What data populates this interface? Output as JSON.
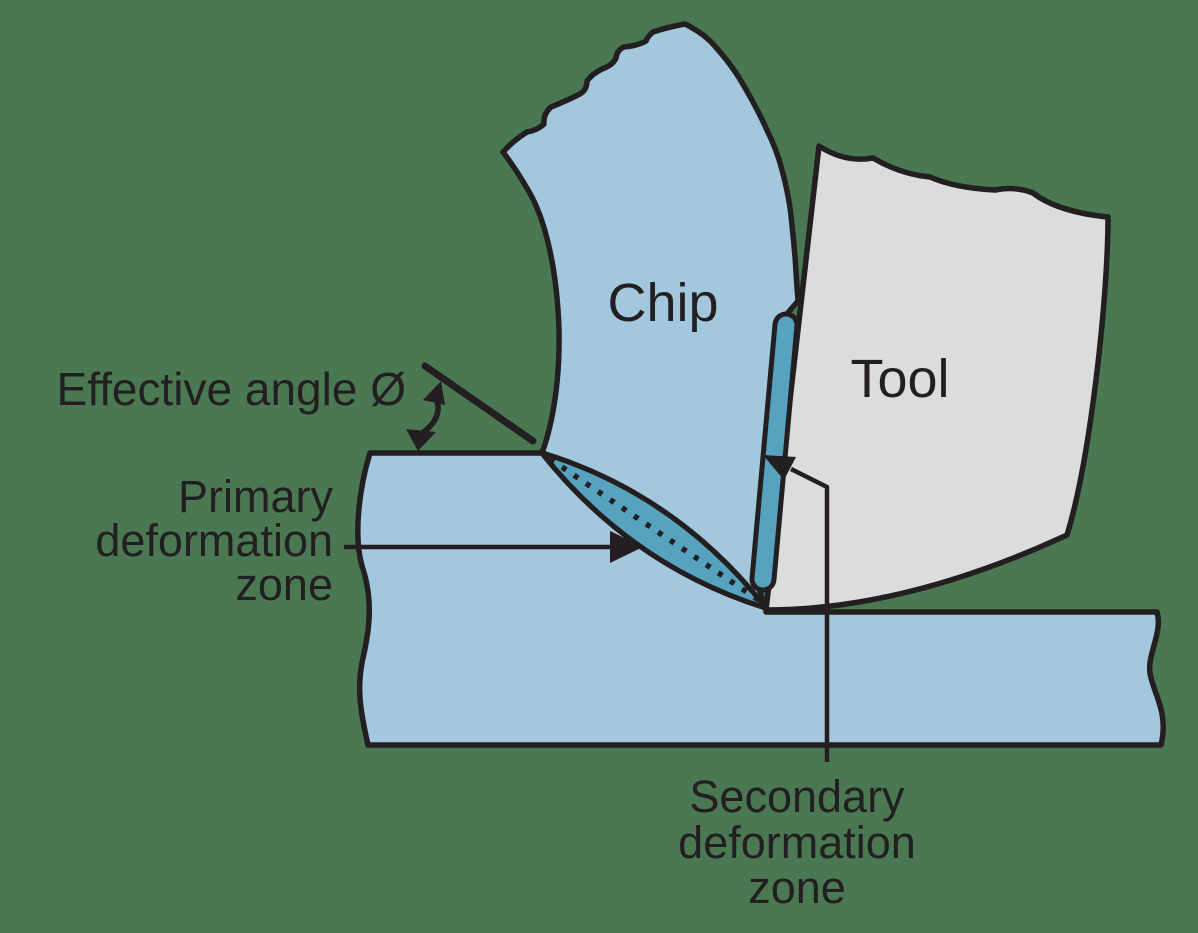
{
  "labels": {
    "chip": "Chip",
    "tool": "Tool",
    "effective_angle": "Effective angle Ø",
    "primary": [
      "Primary",
      "deformation",
      "zone"
    ],
    "secondary": [
      "Secondary",
      "deformation",
      "zone"
    ]
  },
  "colors": {
    "background": "#4a7853",
    "material": "#a3c8dd",
    "tool": "#dcdcdb",
    "deformation_zone": "#57a3bf",
    "outline": "#231f20",
    "text": "#231f20"
  }
}
